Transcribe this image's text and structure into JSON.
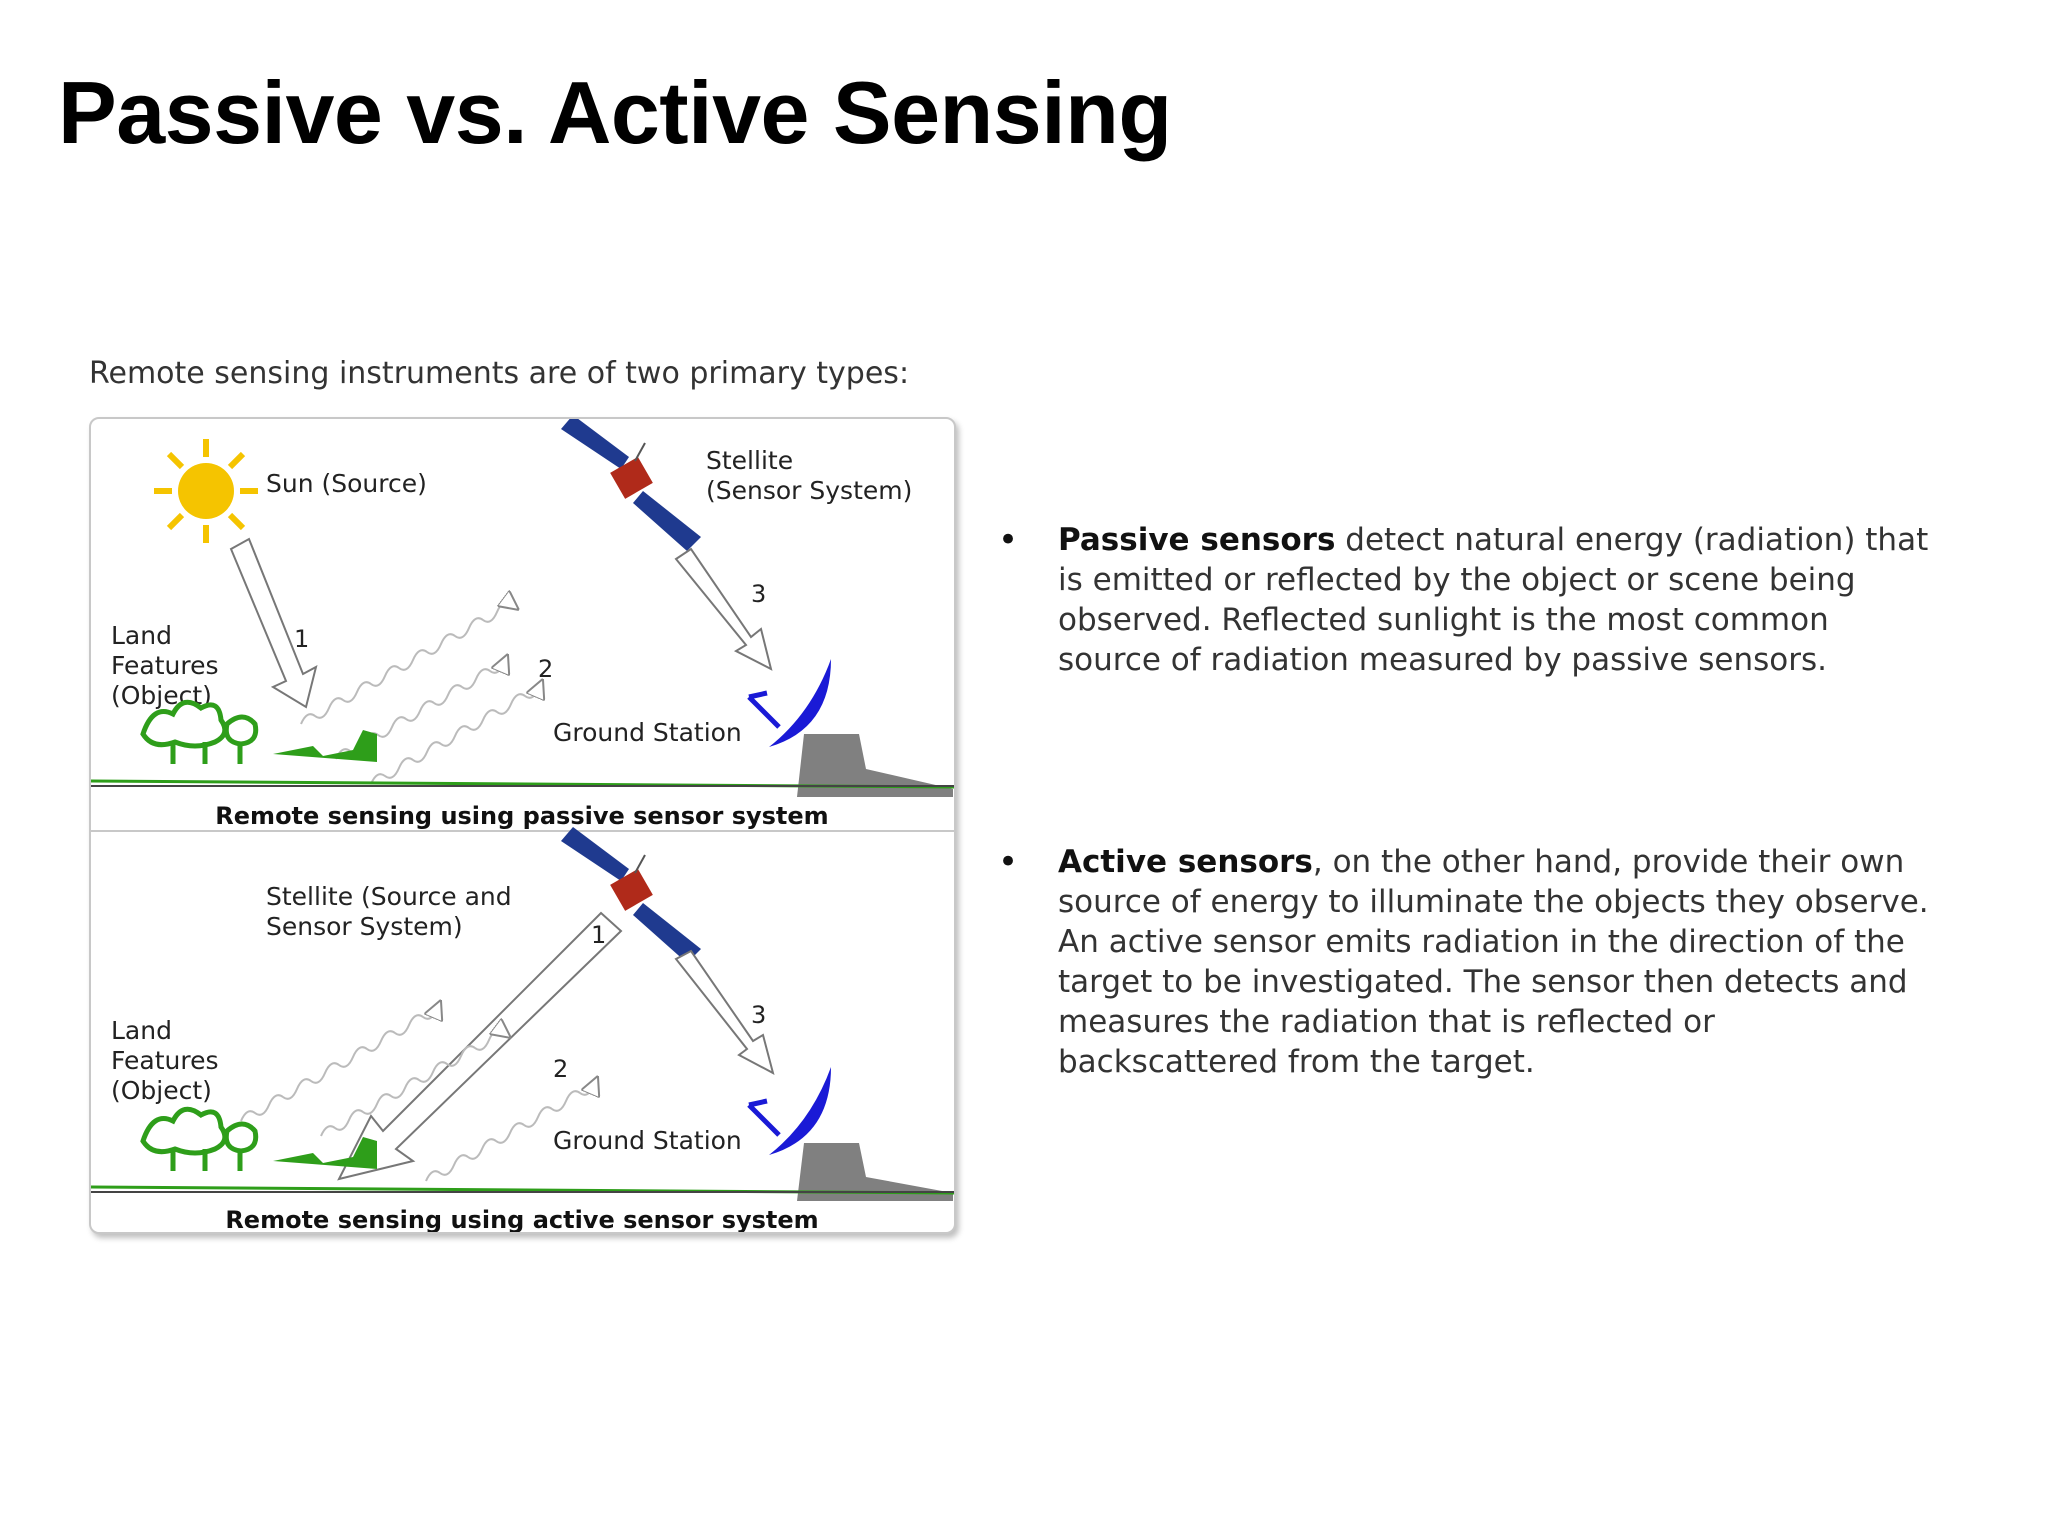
{
  "slide": {
    "title": "Passive vs. Active Sensing",
    "intro": "Remote sensing instruments are of two primary types:"
  },
  "diagram": {
    "passive": {
      "sun_label": "Sun (Source)",
      "satellite_label_line1": "Stellite",
      "satellite_label_line2": "(Sensor System)",
      "land_label_line1": "Land",
      "land_label_line2": "Features",
      "land_label_line3": "(Object)",
      "arrow1": "1",
      "arrow2": "2",
      "arrow3": "3",
      "ground_station": "Ground Station",
      "caption": "Remote sensing using passive sensor system"
    },
    "active": {
      "satellite_label_line1": "Stellite (Source and",
      "satellite_label_line2": "Sensor System)",
      "land_label_line1": "Land",
      "land_label_line2": "Features",
      "land_label_line3": "(Object)",
      "arrow1": "1",
      "arrow2": "2",
      "arrow3": "3",
      "ground_station": "Ground Station",
      "caption": "Remote sensing using active sensor system"
    },
    "colors": {
      "sun": "#f5c400",
      "satellite_panel": "#1f3a8f",
      "satellite_body": "#b02a1a",
      "dish": "#1a1ad6",
      "ground": "#808080",
      "vegetation": "#2e9e1a"
    }
  },
  "bullets": [
    {
      "bold": "Passive sensors",
      "text": " detect natural energy (radiation) that is emitted or reflected by the object or scene being observed. Reflected sunlight is the most common source of radiation measured by passive sensors."
    },
    {
      "bold": "Active sensors",
      "text": ", on the other hand, provide their own source of energy to illuminate the objects they observe. An active sensor emits radiation in the direction of the target to be investigated. The sensor then detects and measures the radiation that is reflected or backscattered from the target."
    }
  ]
}
